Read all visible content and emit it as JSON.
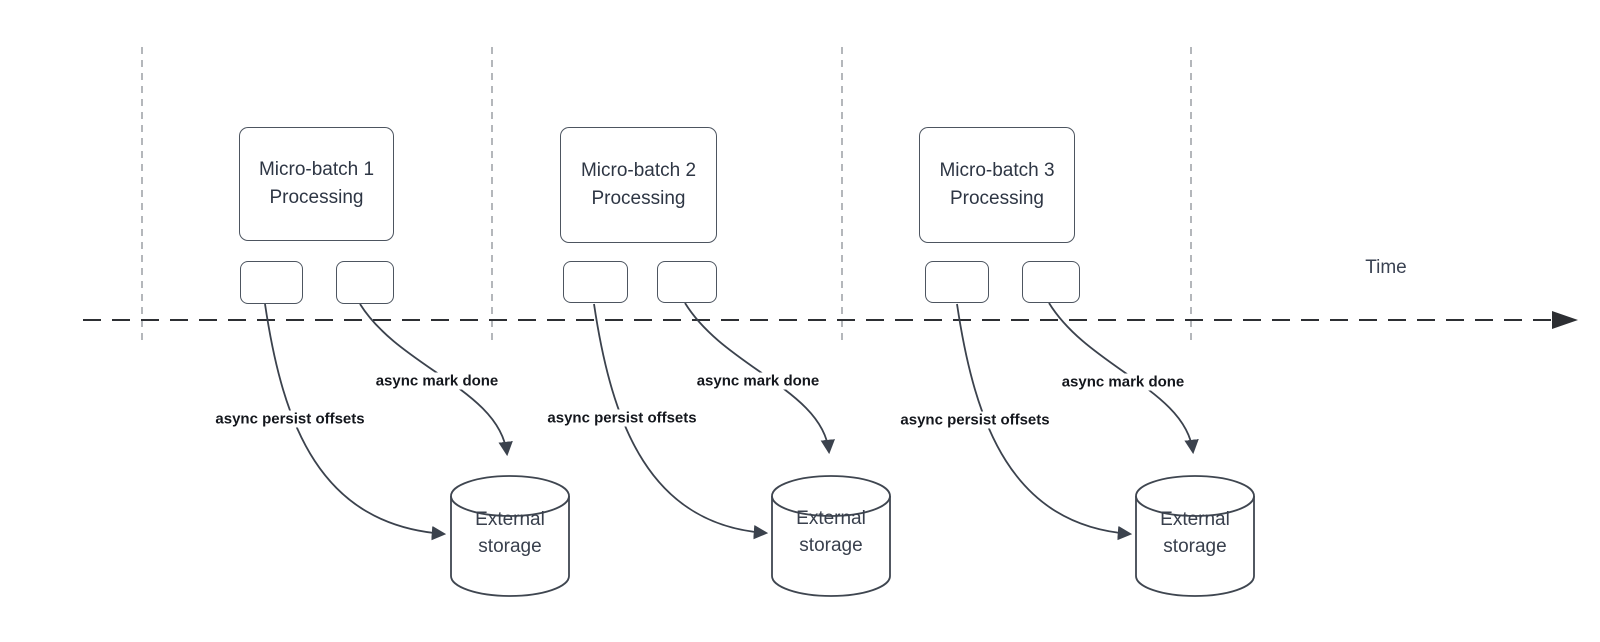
{
  "diagram": {
    "time_label": "Time",
    "groups": [
      {
        "processing_label": "Micro-batch 1\nProcessing",
        "persist_label": "async persist offsets",
        "mark_done_label": "async mark done",
        "storage_label": "External\nstorage"
      },
      {
        "processing_label": "Micro-batch 2\nProcessing",
        "persist_label": "async persist offsets",
        "mark_done_label": "async mark done",
        "storage_label": "External\nstorage"
      },
      {
        "processing_label": "Micro-batch 3\nProcessing",
        "persist_label": "async persist offsets",
        "mark_done_label": "async mark done",
        "storage_label": "External\nstorage"
      }
    ],
    "colors": {
      "curve_stroke": "#3b424d",
      "guide_dash": "#b4b7bb",
      "time_axis": "#2d2f33",
      "box_border": "#4d5560",
      "box_text": "#2e3644",
      "edge_label_text": "#14171d"
    }
  }
}
